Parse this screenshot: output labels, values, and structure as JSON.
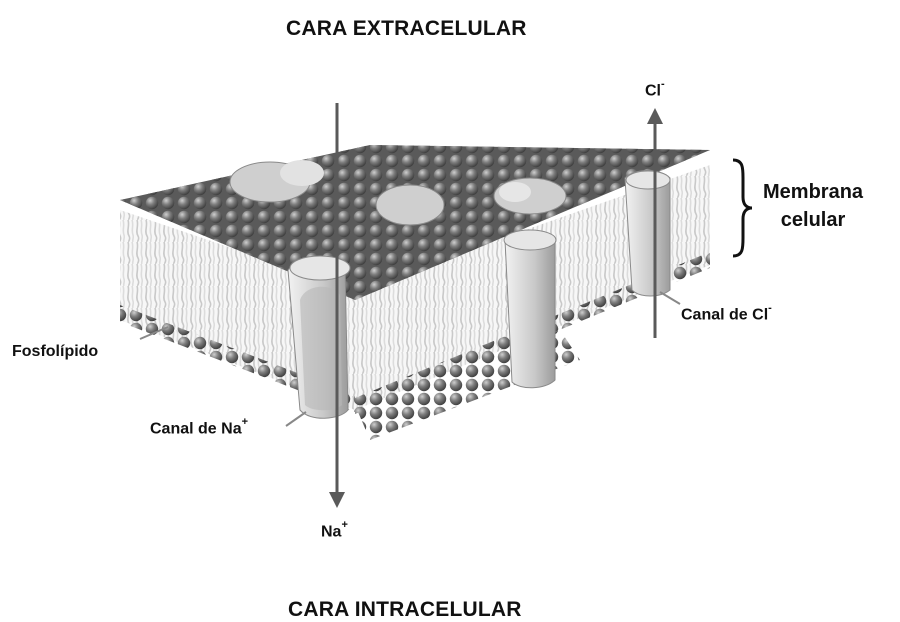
{
  "labels": {
    "extracellular": "CARA EXTRACELULAR",
    "intracellular": "CARA INTRACELULAR",
    "membrane_line1": "Membrana",
    "membrane_line2": "celular",
    "phospholipid": "Fosfolípido",
    "na_channel": "Canal de Na",
    "cl_channel": "Canal de Cl",
    "na_ion": "Na",
    "cl_ion": "Cl",
    "plus": "+",
    "minus": "-"
  },
  "colors": {
    "head": "#7d7d7d",
    "head_dark": "#4a4a4a",
    "tail": "#e8e8e8",
    "protein": "#d6d6d6",
    "arrow": "#555555",
    "side_shade": "#9a9a9a"
  }
}
